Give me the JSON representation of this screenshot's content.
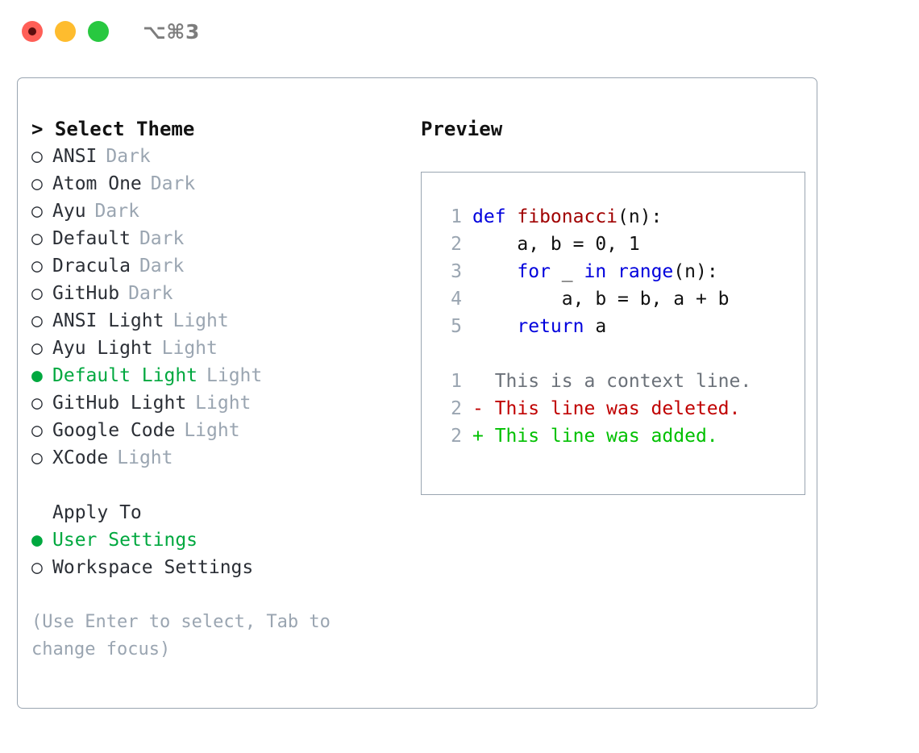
{
  "titlebar": {
    "title": "⌥⌘3",
    "buttons": [
      {
        "name": "close",
        "color": "#ff5f57"
      },
      {
        "name": "minimize",
        "color": "#febc2e"
      },
      {
        "name": "zoom",
        "color": "#28c840"
      }
    ]
  },
  "colors": {
    "accent_green": "#00a83f",
    "muted": "#9aa5b1",
    "text": "#2b2f36",
    "border": "#9aa5b1",
    "keyword": "#0000dd",
    "function": "#a00000",
    "diff_deleted": "#c00000",
    "diff_added": "#00c000",
    "diff_context": "#6b7179"
  },
  "theme_list": {
    "header": "> Select Theme",
    "marker_selected": "●",
    "marker_unselected": "○",
    "items": [
      {
        "name": "ANSI",
        "category": "Dark",
        "selected": false
      },
      {
        "name": "Atom One",
        "category": "Dark",
        "selected": false
      },
      {
        "name": "Ayu",
        "category": "Dark",
        "selected": false
      },
      {
        "name": "Default",
        "category": "Dark",
        "selected": false
      },
      {
        "name": "Dracula",
        "category": "Dark",
        "selected": false
      },
      {
        "name": "GitHub",
        "category": "Dark",
        "selected": false
      },
      {
        "name": "ANSI Light",
        "category": "Light",
        "selected": false
      },
      {
        "name": "Ayu Light",
        "category": "Light",
        "selected": false
      },
      {
        "name": "Default Light",
        "category": "Light",
        "selected": true
      },
      {
        "name": "GitHub Light",
        "category": "Light",
        "selected": false
      },
      {
        "name": "Google Code",
        "category": "Light",
        "selected": false
      },
      {
        "name": "XCode",
        "category": "Light",
        "selected": false
      }
    ]
  },
  "apply_to": {
    "header": "Apply To",
    "options": [
      {
        "label": "User Settings",
        "selected": true
      },
      {
        "label": "Workspace Settings",
        "selected": false
      }
    ]
  },
  "hint": "(Use Enter to select, Tab to change focus)",
  "preview": {
    "header": "Preview",
    "code_lines": [
      {
        "lineno": "1",
        "tokens": [
          {
            "text": "def ",
            "type": "kw"
          },
          {
            "text": "fibonacci",
            "type": "fn"
          },
          {
            "text": "(n):",
            "type": "plain"
          }
        ]
      },
      {
        "lineno": "2",
        "tokens": [
          {
            "text": "    a, b = 0, 1",
            "type": "plain"
          }
        ]
      },
      {
        "lineno": "3",
        "tokens": [
          {
            "text": "    ",
            "type": "plain"
          },
          {
            "text": "for",
            "type": "kw"
          },
          {
            "text": " _ ",
            "type": "plain"
          },
          {
            "text": "in",
            "type": "kw"
          },
          {
            "text": " ",
            "type": "plain"
          },
          {
            "text": "range",
            "type": "kw"
          },
          {
            "text": "(n):",
            "type": "plain"
          }
        ]
      },
      {
        "lineno": "4",
        "tokens": [
          {
            "text": "        a, b = b, a + b",
            "type": "plain"
          }
        ]
      },
      {
        "lineno": "5",
        "tokens": [
          {
            "text": "    ",
            "type": "plain"
          },
          {
            "text": "return",
            "type": "kw"
          },
          {
            "text": " a",
            "type": "plain"
          }
        ]
      }
    ],
    "diff_lines": [
      {
        "lineno": "1",
        "text": "  This is a context line.",
        "type": "ctx"
      },
      {
        "lineno": "2",
        "text": "- This line was deleted.",
        "type": "del"
      },
      {
        "lineno": "2",
        "text": "+ This line was added.",
        "type": "add"
      }
    ]
  }
}
